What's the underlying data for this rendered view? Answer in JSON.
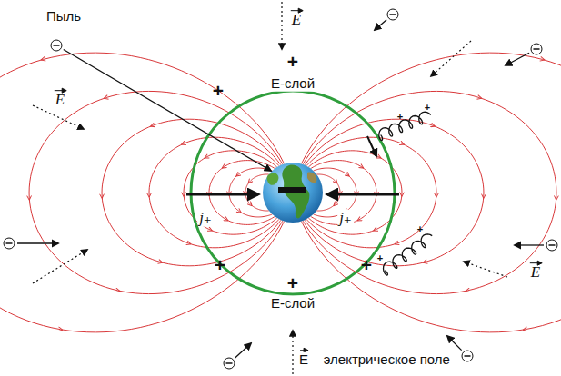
{
  "diagram": {
    "labels": [
      "Пыль",
      "E",
      "E-слой",
      "E",
      "j₊",
      "j₊",
      "E",
      "E-слой",
      "E – электрическое поле",
      "+",
      "+",
      "+",
      "+",
      "+",
      "+",
      "+",
      "+",
      "+"
    ]
  }
}
